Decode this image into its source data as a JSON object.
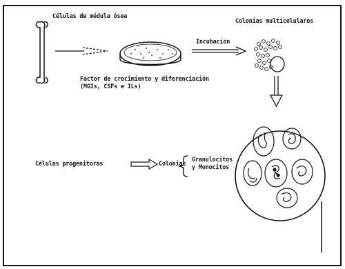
{
  "labels": {
    "bone_marrow_cells": "Células de médula ósea",
    "multicellular_colonies": "Colonias multicelulares",
    "incubation": "Incubación",
    "growth_factor_line1": "Factor de crecimiento y diferenciación",
    "growth_factor_line2": "(MGIs, CSFs e ILs)",
    "progenitor_cells": "Células progenitoras",
    "colonies": "Colonias",
    "granulocytes": "Granulocitos",
    "monocytes": "y Monocitos"
  },
  "colors": {
    "ink": "#111111",
    "background": "#ffffff"
  }
}
